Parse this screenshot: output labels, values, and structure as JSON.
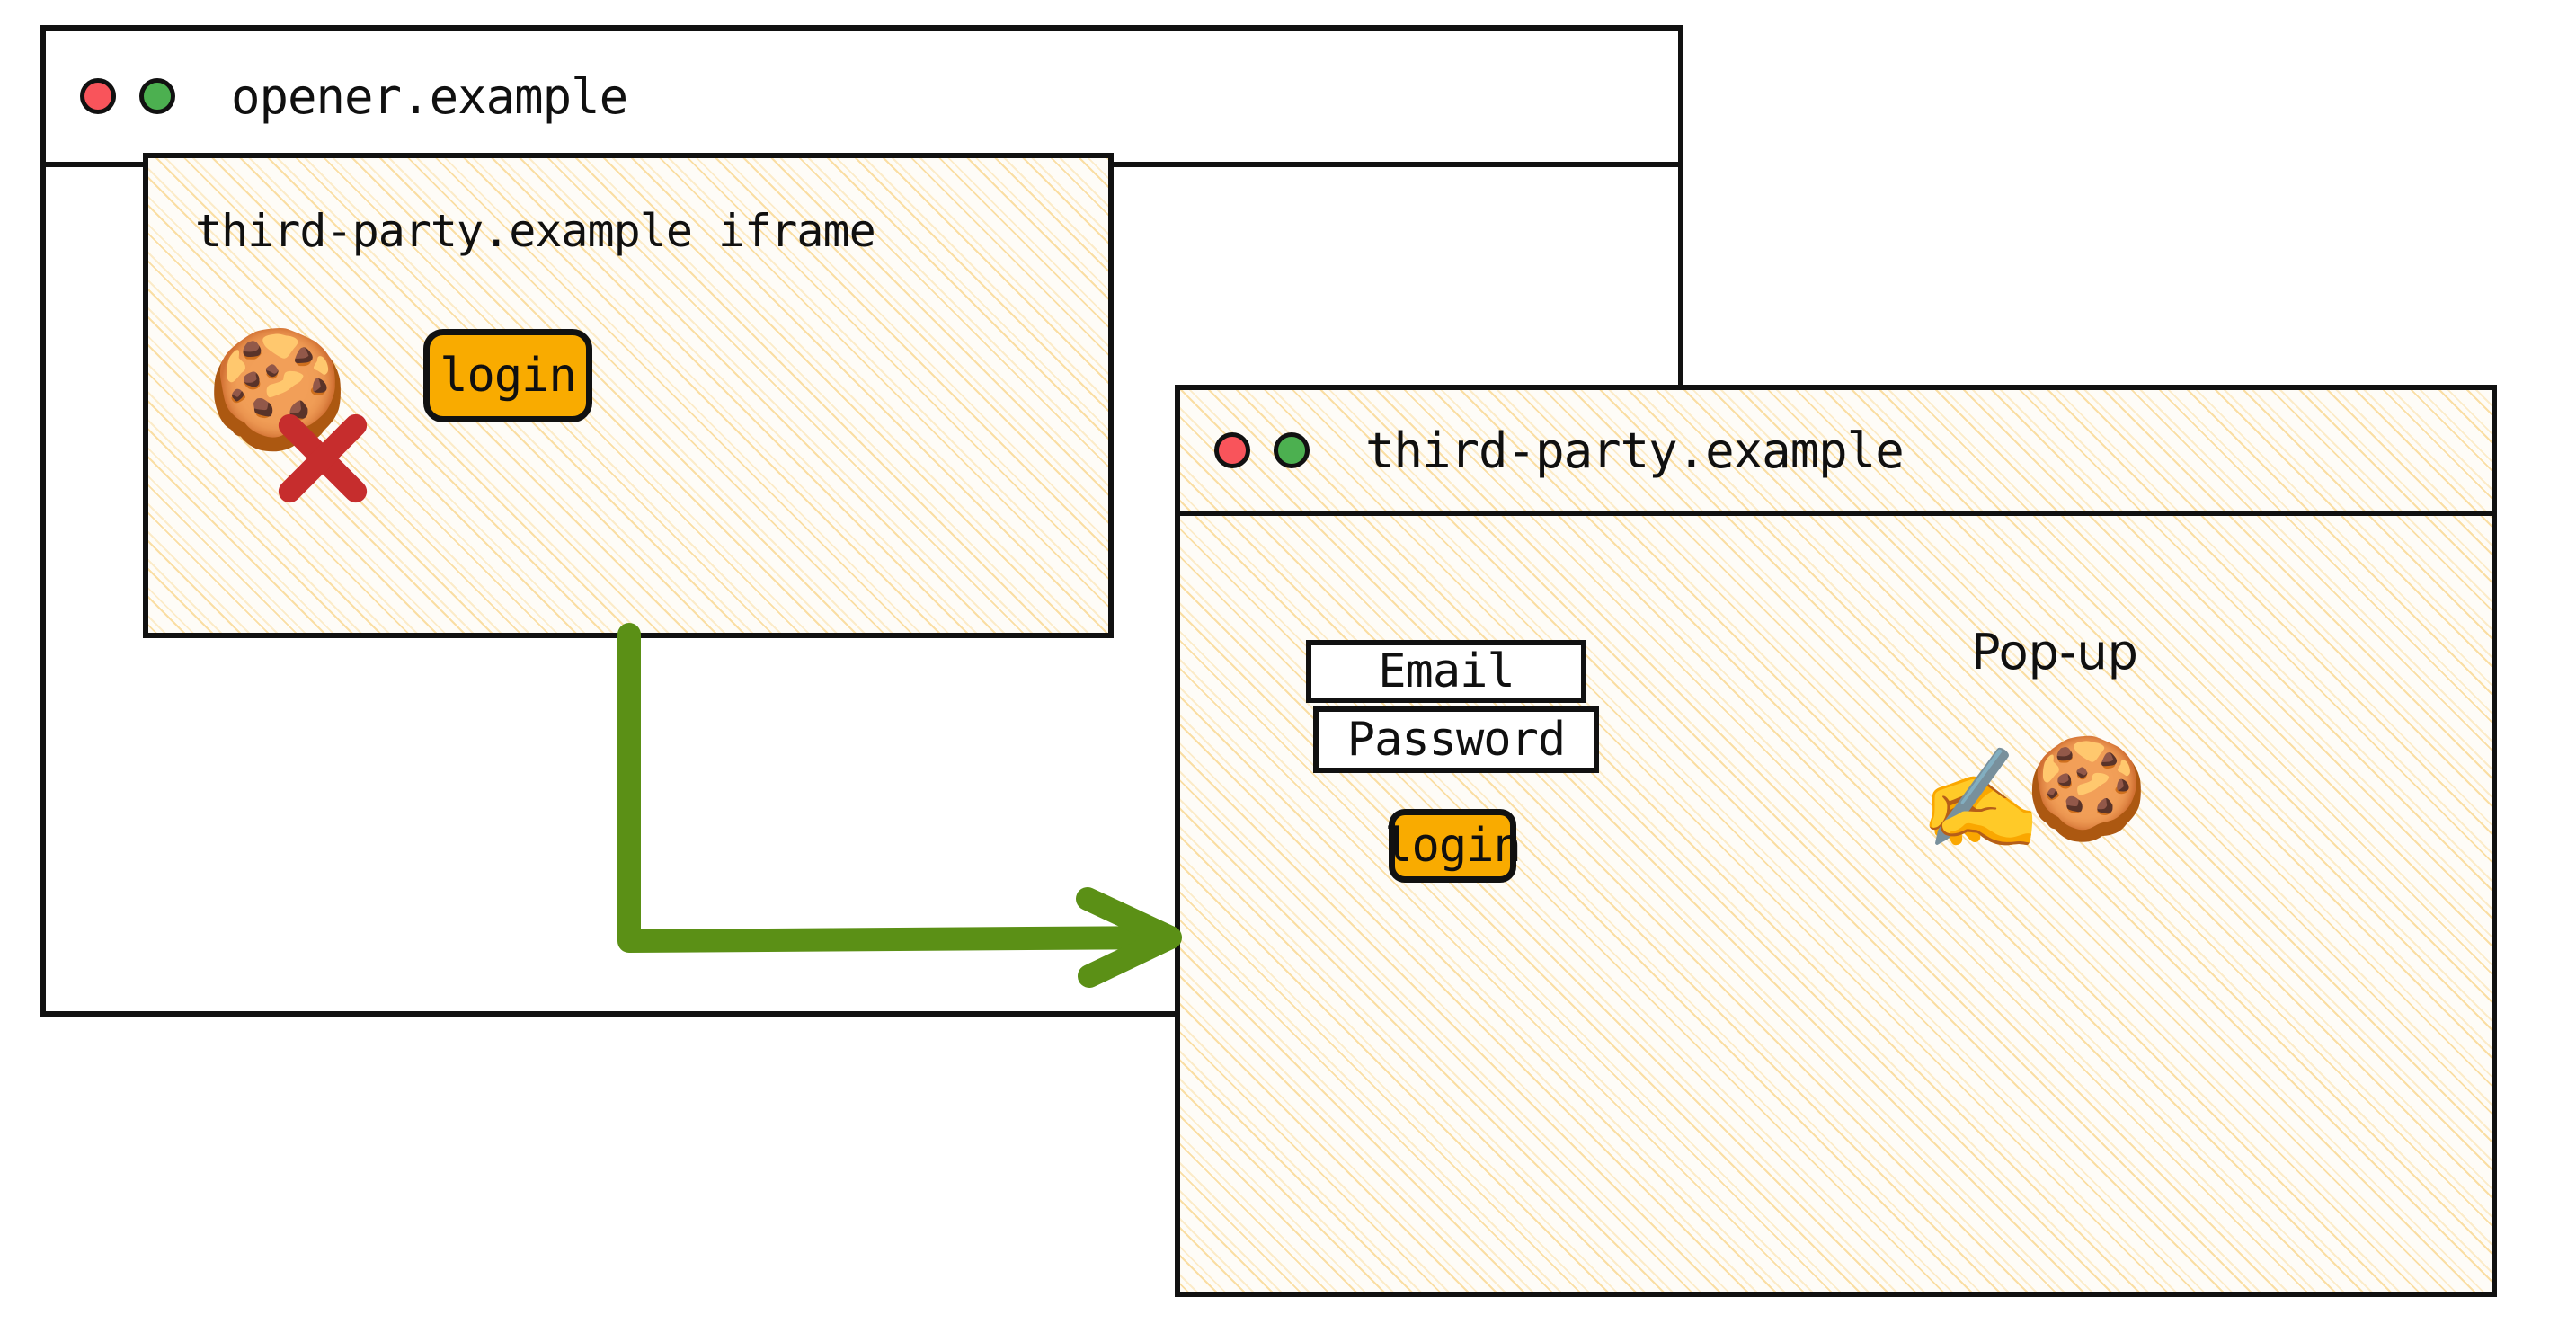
{
  "colors": {
    "window_border": "#111111",
    "dot_red": "#F9545B",
    "dot_green": "#4CB050",
    "button_amber": "#F9AB00",
    "arrow_green": "#5B9016",
    "cross_red": "#C62D2D",
    "stripe_amber": "#F7C55E",
    "stripe_background": "#FEFCF7"
  },
  "opener_window": {
    "title": "opener.example",
    "traffic_lights": [
      "close-dot-red",
      "maximize-dot-green"
    ],
    "iframe": {
      "title": "third-party.example iframe",
      "cookie_icon": "cookie-icon",
      "blocked_icon": "red-cross-icon",
      "login_button": "login"
    }
  },
  "popup_window": {
    "title": "third-party.example",
    "traffic_lights": [
      "close-dot-red",
      "maximize-dot-green"
    ],
    "annotation": "Pop-up",
    "fields": [
      {
        "label": "Email"
      },
      {
        "label": "Password"
      }
    ],
    "login_button": "login",
    "emoji": [
      "writing-hand-icon",
      "cookie-icon"
    ]
  },
  "arrow": {
    "name": "flow-arrow",
    "from": "iframe login button",
    "to": "pop-up window"
  }
}
